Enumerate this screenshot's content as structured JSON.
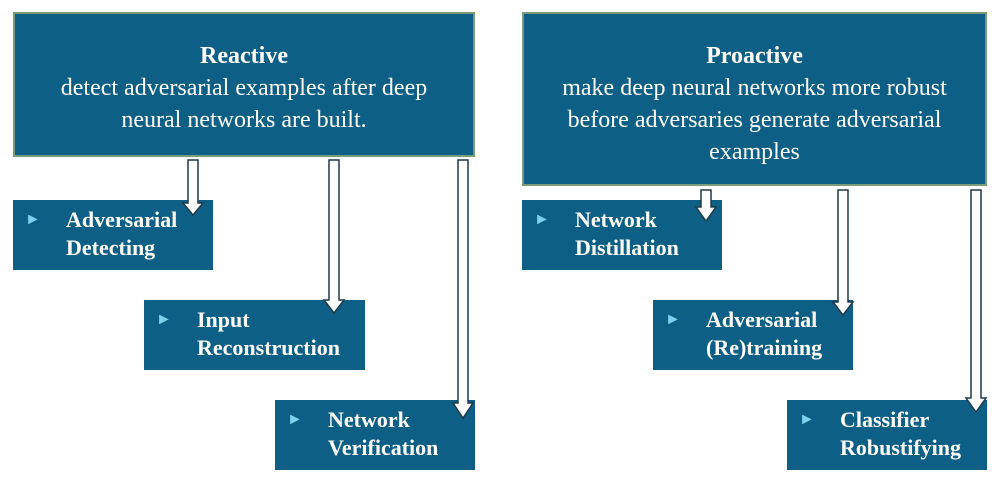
{
  "reactive": {
    "title": "Reactive",
    "description": "detect adversarial examples after   deep\nneural   networks   are   built.",
    "items": [
      {
        "label": "Adversarial\nDetecting"
      },
      {
        "label": "Input\nReconstruction"
      },
      {
        "label": "Network\nVerification"
      }
    ]
  },
  "proactive": {
    "title": "Proactive",
    "description": "make deep neural networks more robust\nbefore adversaries generate adversarial\nexamples",
    "items": [
      {
        "label": "Network\nDistillation"
      },
      {
        "label": "Adversarial\n(Re)training"
      },
      {
        "label": "Classifier\nRobustifying"
      }
    ]
  },
  "bullet_glyph": "►",
  "colors": {
    "box_fill": "#0e5f85",
    "box_border": "#7a9a7a",
    "text": "#ffffff",
    "bullet": "#7fd0ee",
    "arrow_fill": "#ffffff",
    "arrow_stroke": "#1e3a4a"
  }
}
